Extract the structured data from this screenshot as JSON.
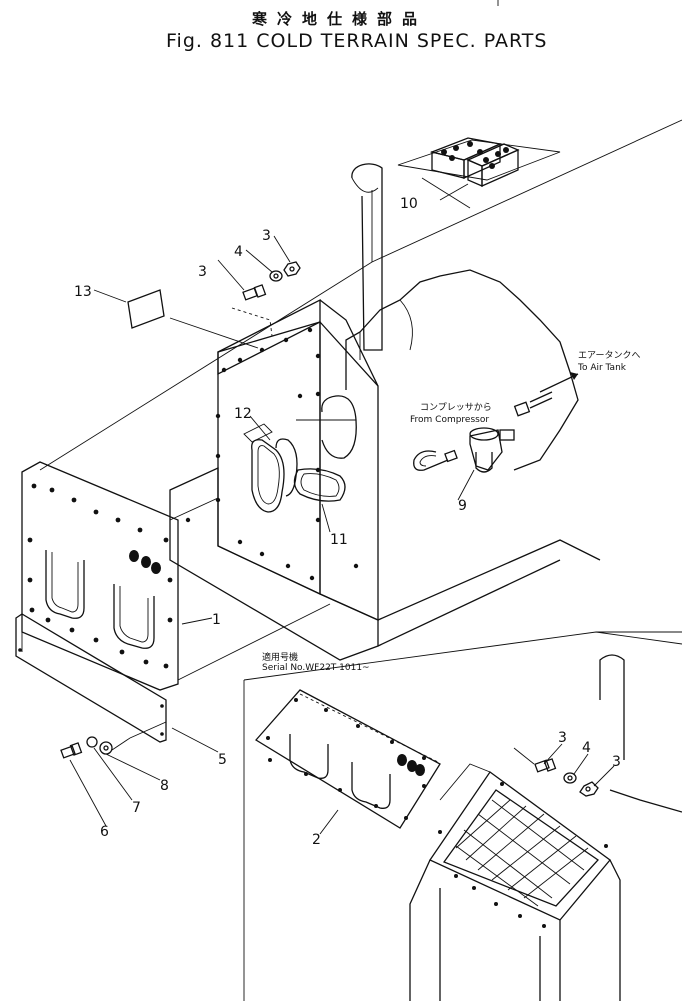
{
  "header": {
    "title_jp": "寒冷地仕様部品",
    "title_en": "Fig. 811 COLD TERRAIN SPEC. PARTS"
  },
  "annotations": {
    "air_tank_jp": "エアータンクへ",
    "air_tank_en": "To Air Tank",
    "compressor_jp": "コンプレッサから",
    "compressor_en": "From Compressor",
    "serial_jp": "適用号機",
    "serial_en": "Serial No.WF22T 1011~"
  },
  "callouts": {
    "c1": "1",
    "c2": "2",
    "c3a": "3",
    "c3b": "3",
    "c3c": "3",
    "c3d": "3",
    "c4a": "4",
    "c4b": "4",
    "c5": "5",
    "c6": "6",
    "c7": "7",
    "c8": "8",
    "c9": "9",
    "c10": "10",
    "c11": "11",
    "c12": "12",
    "c13": "13"
  }
}
